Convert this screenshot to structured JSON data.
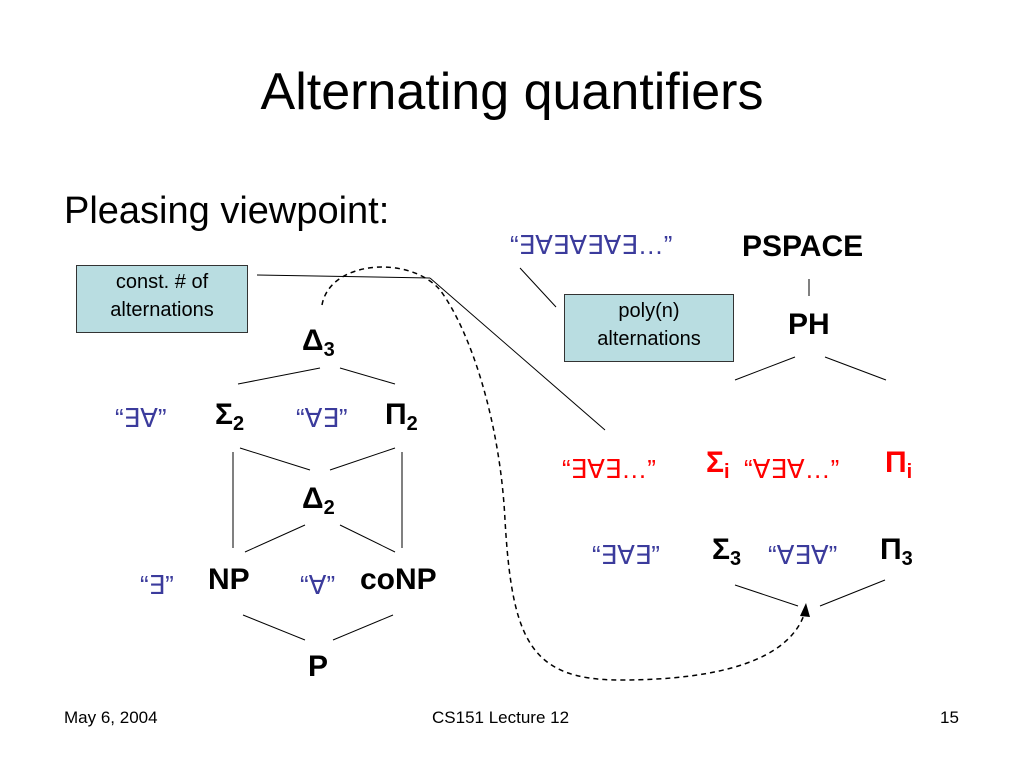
{
  "slide": {
    "title": "Alternating quantifiers",
    "subtitle": "Pleasing viewpoint:"
  },
  "callouts": {
    "const_alternations_line1": "const. # of",
    "const_alternations_line2": "alternations",
    "poly_alternations_line1": "poly(n)",
    "poly_alternations_line2": "alternations"
  },
  "left_lattice": {
    "delta3": "Δ",
    "delta3_sub": "3",
    "sigma2": "Σ",
    "sigma2_sub": "2",
    "sigma2_quant": "“∃∀”",
    "pi2": "Π",
    "pi2_sub": "2",
    "pi2_quant": "“∀∃”",
    "delta2": "Δ",
    "delta2_sub": "2",
    "np": "NP",
    "np_quant": "“∃”",
    "conp": "coNP",
    "conp_quant": "“∀”",
    "p": "P"
  },
  "right_lattice": {
    "pspace_quant": "“∃∀∃∀∃∀∃…”",
    "pspace": "PSPACE",
    "ph": "PH",
    "sigma_i_quant": "“∃∀∃…”",
    "sigma_i": "Σ",
    "sigma_i_sub": "i",
    "pi_i_quant": "“∀∃∀…”",
    "pi_i": "Π",
    "pi_i_sub": "i",
    "sigma3_quant": "“∃∀∃”",
    "sigma3": "Σ",
    "sigma3_sub": "3",
    "pi3_quant": "“∀∃∀”",
    "pi3": "Π",
    "pi3_sub": "3"
  },
  "colors": {
    "quantifier_blue": "#3b3b9c",
    "highlight_red": "#ff0000",
    "callout_fill": "#b9dde1"
  },
  "footer": {
    "date": "May 6, 2004",
    "course": "CS151 Lecture 12",
    "page": "15"
  }
}
